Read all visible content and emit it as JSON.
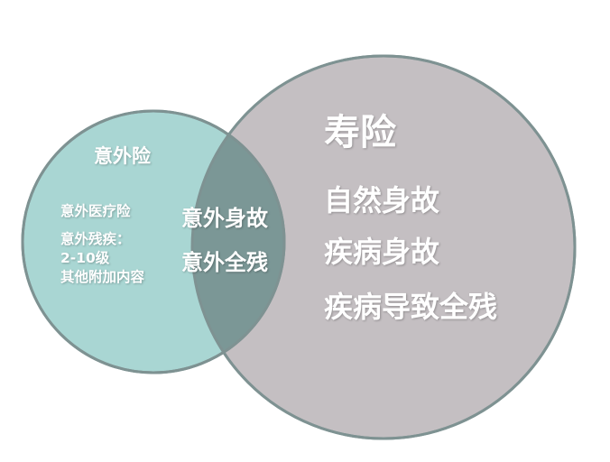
{
  "diagram": {
    "type": "venn",
    "colors": {
      "accident_fill": "#a9d6d3",
      "life_fill": "#c4bfc2",
      "overlap_fill": "#7b9796",
      "outline": "#7e9292",
      "text": "#ffffff"
    },
    "accident_circle": {
      "title": "意外险",
      "items": [
        "意外医疗险",
        "意外残疾：",
        "2-10级",
        "其他附加内容"
      ]
    },
    "overlap": {
      "items": [
        "意外身故",
        "意外全残"
      ]
    },
    "life_circle": {
      "title": "寿险",
      "items": [
        "自然身故",
        "疾病身故",
        "疾病导致全残"
      ]
    }
  }
}
